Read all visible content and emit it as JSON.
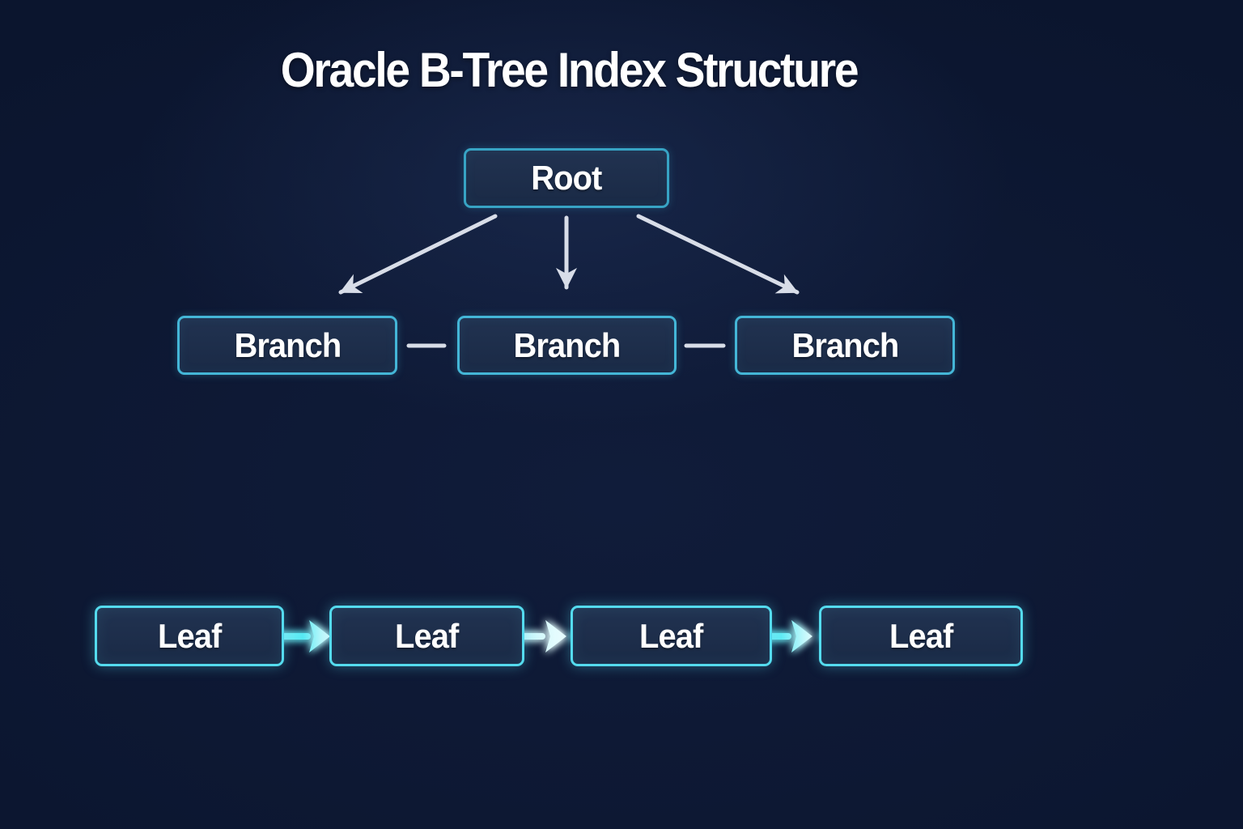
{
  "title": "Oracle B-Tree Index Structure",
  "theme": {
    "colors": {
      "background": "#101c3a",
      "background-deep": "#0b152e",
      "node-fill": "#1a2a46",
      "node-fill-top": "#213250",
      "root-border": "#37a3c4",
      "branch-border": "#44b6d7",
      "leaf-border": "#54dbee",
      "tree-arrow": "#d8dde8",
      "link-stub": "#31e3ee",
      "text": "#ffffff"
    }
  },
  "tree": {
    "root": {
      "label": "Root",
      "level": "root"
    },
    "branches": [
      {
        "label": "Branch"
      },
      {
        "label": "Branch"
      },
      {
        "label": "Branch"
      }
    ],
    "leaves": [
      {
        "label": "Leaf"
      },
      {
        "label": "Leaf"
      },
      {
        "label": "Leaf"
      },
      {
        "label": "Leaf"
      }
    ]
  }
}
